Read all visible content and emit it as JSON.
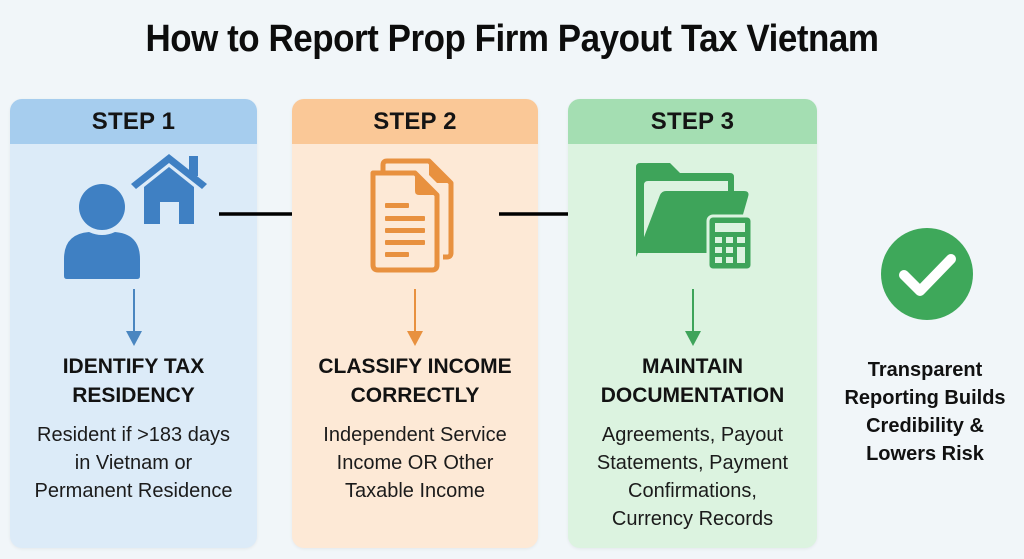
{
  "title": "How to Report Prop Firm Payout Tax Vietnam",
  "colors": {
    "step1_accent": "#3f80c3",
    "step2_accent": "#e8913f",
    "step3_accent": "#3ea45a",
    "check_green": "#3ea85a"
  },
  "steps": [
    {
      "label": "STEP 1",
      "icon": "person-home-icon",
      "heading_lines": [
        "IDENTIFY TAX",
        "RESIDENCY"
      ],
      "description_lines": [
        "Resident if >183 days",
        "in Vietnam or",
        "Permanent Residence"
      ]
    },
    {
      "label": "STEP 2",
      "icon": "documents-icon",
      "heading_lines": [
        "CLASSIFY INCOME",
        "CORRECTLY"
      ],
      "description_lines": [
        "Independent Service",
        "Income OR Other",
        "Taxable Income"
      ]
    },
    {
      "label": "STEP 3",
      "icon": "folder-calculator-icon",
      "heading_lines": [
        "MAINTAIN",
        "DOCUMENTATION"
      ],
      "description_lines": [
        "Agreements, Payout",
        "Statements, Payment",
        "Confirmations,",
        "Currency Records"
      ]
    }
  ],
  "outcome": {
    "icon": "check-circle-icon",
    "text_lines": [
      "Transparent",
      "Reporting Builds",
      "Credibility &",
      "Lowers Risk"
    ]
  }
}
